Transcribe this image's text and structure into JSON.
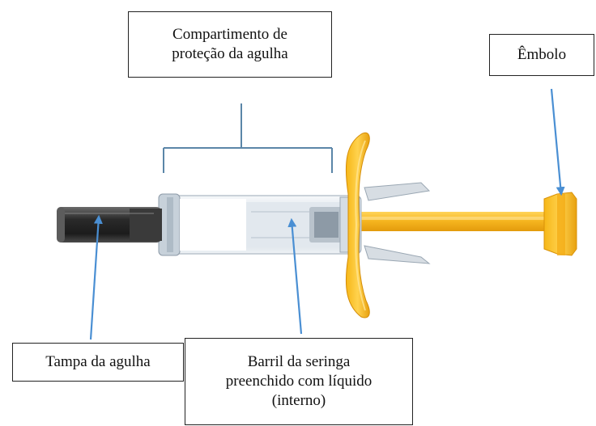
{
  "labels": {
    "needle_guard": {
      "line1": "Compartimento de",
      "line2": "proteção da agulha"
    },
    "plunger": "Êmbolo",
    "needle_cap": "Tampa da agulha",
    "barrel": {
      "line1": "Barril da seringa",
      "line2": "preenchido com líquido",
      "line3": "(interno)"
    }
  },
  "colors": {
    "pointer_arrow": "#4a8fd3",
    "bracket": "#5b86a8",
    "plunger_yellow": "#f5b41e",
    "needle_cap_dark": "#2e2e2e",
    "barrel_clear": "#e6ecf1"
  }
}
